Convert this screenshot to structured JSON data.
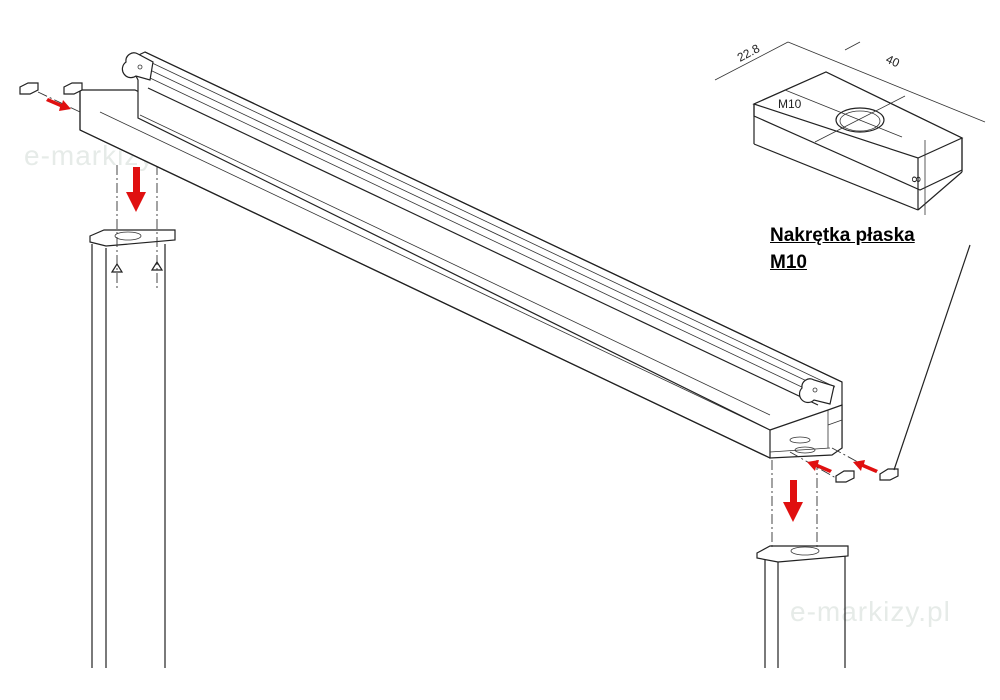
{
  "watermark": "e-markizy.pl",
  "part_label": {
    "line1": "Nakrętka płaska",
    "line2": "M10"
  },
  "dimensions": {
    "width": "22.8",
    "length": "40",
    "thread": "M10",
    "height": "8"
  },
  "colors": {
    "arrow": "#e01010",
    "watermark": "#e6ebe8",
    "line": "#222222"
  }
}
